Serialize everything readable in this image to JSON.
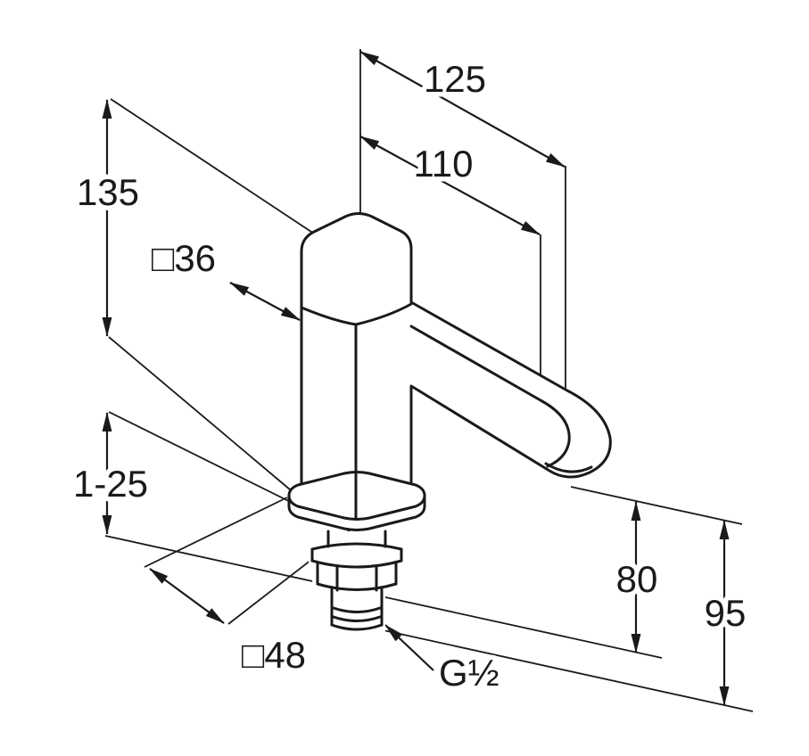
{
  "drawing": {
    "stroke_color": "#1a1a1a",
    "background": "#ffffff",
    "labels": {
      "height": "135",
      "reach_outer": "125",
      "reach_inner": "110",
      "body_square": "□36",
      "mounting_range": "1-25",
      "base_square": "□48",
      "outlet_height": "80",
      "total_depth": "95",
      "thread": "G½"
    }
  }
}
